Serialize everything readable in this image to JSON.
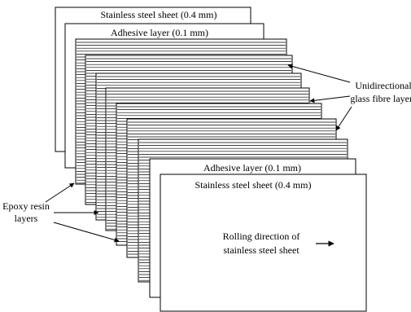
{
  "labels": {
    "steel_top": "Stainless steel sheet (0.4 mm)",
    "adhesive_top": "Adhesive layer (0.1 mm)",
    "unidirectional_line1": "Unidirectional",
    "unidirectional_line2": "glass fibre layers",
    "epoxy_line1": "Epoxy resin",
    "epoxy_line2": "layers",
    "adhesive_bottom": "Adhesive layer (0.1 mm)",
    "steel_bottom": "Stainless steel sheet (0.4 mm)",
    "rolling_line1": "Rolling direction of",
    "rolling_line2": "stainless steel sheet"
  }
}
